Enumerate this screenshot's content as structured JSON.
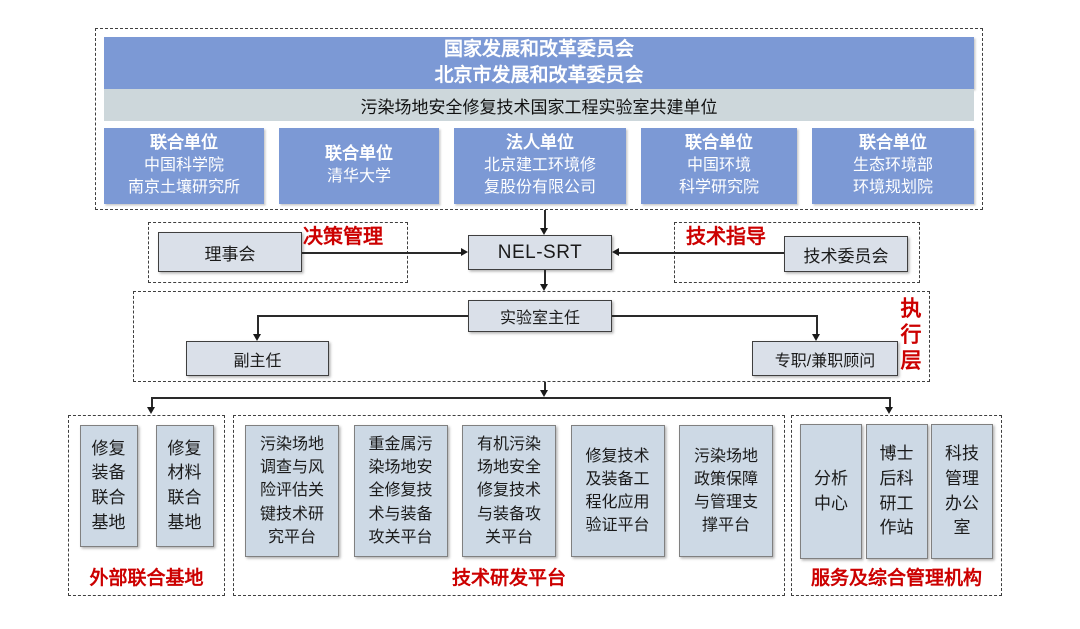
{
  "top": {
    "header_line1": "国家发展和改革委员会",
    "header_line2": "北京市发展和改革委员会",
    "subtitle": "污染场地安全修复技术国家工程实验室共建单位",
    "units": [
      {
        "role": "联合单位",
        "name": "中国科学院\n南京土壤研究所"
      },
      {
        "role": "联合单位",
        "name": "清华大学"
      },
      {
        "role": "法人单位",
        "name": "北京建工环境修\n复股份有限公司"
      },
      {
        "role": "联合单位",
        "name": "中国环境\n科学研究院"
      },
      {
        "role": "联合单位",
        "name": "生态环境部\n环境规划院"
      }
    ]
  },
  "middle": {
    "council": "理事会",
    "decision_label": "决策管理",
    "center": "NEL-SRT",
    "guidance_label": "技术指导",
    "tech_committee": "技术委员会"
  },
  "executive": {
    "layer_label": "执行层",
    "director": "实验室主任",
    "deputy": "副主任",
    "advisor": "专职/兼职顾问"
  },
  "bottom": {
    "sections": [
      {
        "label": "外部联合基地",
        "items": [
          "修复装备联合基地",
          "修复材料联合基地"
        ]
      },
      {
        "label": "技术研发平台",
        "items": [
          "污染场地调查与风险评估关键技术研究平台",
          "重金属污染场地安全修复技术与装备攻关平台",
          "有机污染场地安全修复技术与装备攻关平台",
          "修复技术及装备工程化应用验证平台",
          "污染场地政策保障与管理支撑平台"
        ]
      },
      {
        "label": "服务及综合管理机构",
        "items": [
          "分析中心",
          "博士后科研工作站",
          "科技管理办公室"
        ]
      }
    ]
  },
  "colors": {
    "blue": "#7C99D5",
    "light_bar": "#CDD7DB",
    "node_fill": "#DAE0E9",
    "tall_box_fill": "#CDD9E5",
    "red": "#CC0000"
  }
}
